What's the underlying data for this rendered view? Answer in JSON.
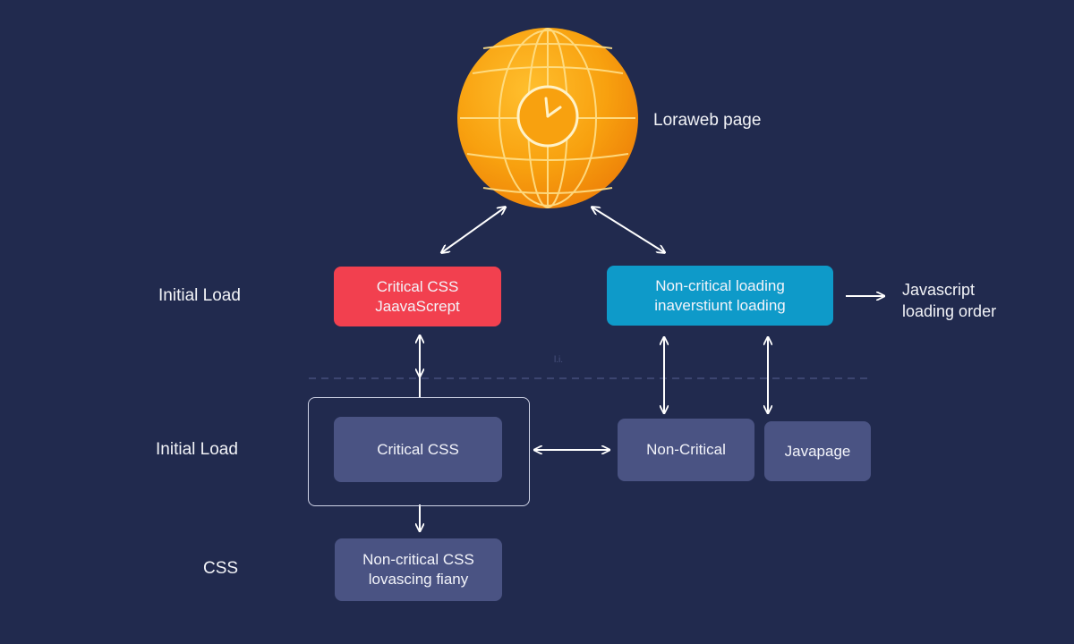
{
  "globe": {
    "label": "Lorаweb page",
    "icon": "globe-clock-icon"
  },
  "row_labels": {
    "top": "Initial Load",
    "middle": "Initial Load",
    "bottom": "CSS"
  },
  "boxes": {
    "critical_top": {
      "line1": "Critical CSS",
      "line2": "JaavaScrept"
    },
    "noncritical_top": {
      "line1": "Non-critical loading",
      "line2": "inaverstiunt loading"
    },
    "critical_mid": {
      "label": "Critical CSS"
    },
    "noncritical_mid": {
      "label": "Non-Critical"
    },
    "javapage": {
      "label": "Javapage"
    },
    "noncritical_bottom": {
      "line1": "Non-critical CSS",
      "line2": "lovascing fiany"
    }
  },
  "side_note": {
    "line1": "Javascript",
    "line2": "loading order"
  },
  "divider_mark": "l.i.",
  "colors": {
    "background": "#212a4e",
    "critical": "#f2404f",
    "noncritical": "#0e9ac9",
    "slate": "#4a5383",
    "globe": "#f7a012"
  }
}
